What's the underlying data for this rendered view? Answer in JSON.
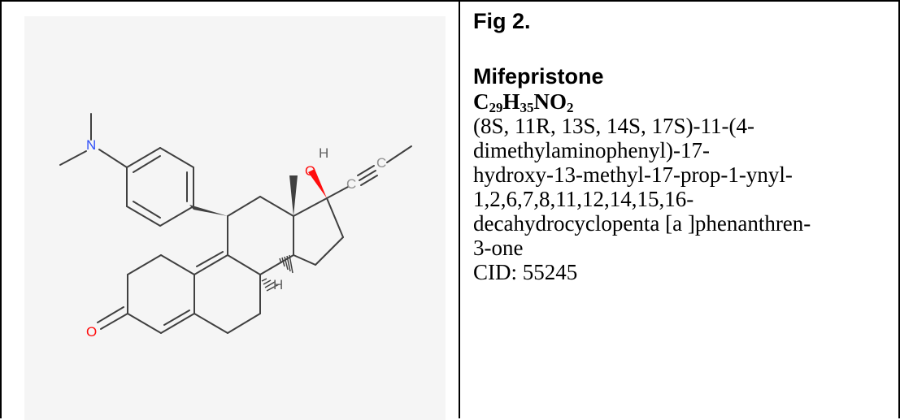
{
  "figure": {
    "label": "Fig 2.",
    "compound_name": "Mifepristone",
    "formula": {
      "parts": [
        {
          "el": "C",
          "n": "29"
        },
        {
          "el": "H",
          "n": "35"
        },
        {
          "el": "NO",
          "n": "2"
        }
      ]
    },
    "iupac_lines": [
      "(8S, 11R, 13S, 14S, 17S)-11-(4-",
      "dimethylaminophenyl)-17-",
      "hydroxy-13-methyl-17-prop-1-ynyl-",
      "1,2,6,7,8,11,12,14,15,16-",
      "decahydrocyclopenta [a ]phenanthren-",
      "3-one"
    ],
    "cid": "CID: 55245"
  },
  "structure": {
    "atoms": {
      "N": "N",
      "O_hydroxyl": "O",
      "H_hydroxyl": "H",
      "C1": "C",
      "C2": "C",
      "O_ketone": "O",
      "H_14": "H"
    },
    "colors": {
      "bond": "#404040",
      "nitrogen": "#3050f8",
      "oxygen": "#ff0d0d",
      "carbon_label": "#909090",
      "hydrogen": "#606060",
      "panel_bg": "#f5f5f5"
    }
  }
}
